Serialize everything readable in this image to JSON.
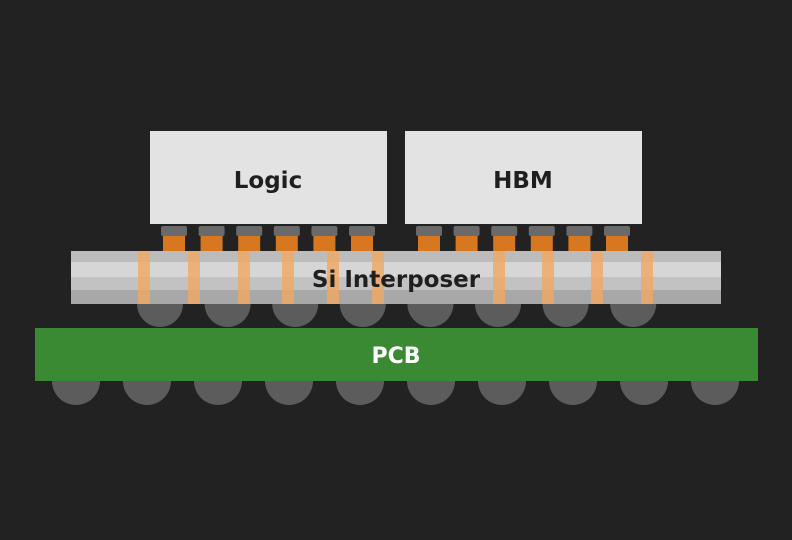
{
  "diagram": {
    "labels": {
      "logic": "Logic",
      "hbm": "HBM",
      "interposer": "Si Interposer",
      "pcb": "PCB"
    },
    "colors": {
      "background": "#222222",
      "die_fill": "#e3e3e3",
      "interposer_fill": "#d6d6d6",
      "interposer_band": "#c2c2c2",
      "interposer_edge": "#a8a8a8",
      "through_via": "#f0a860",
      "micro_bump_copper": "#d7771f",
      "micro_bump_cap": "#6a6a6a",
      "pcb_fill": "#3a8a34",
      "solder_ball": "#5c5c5c",
      "label_dark": "#1f1f1f",
      "label_light": "#ffffff"
    },
    "components": {
      "micro_bumps_under_logic": 6,
      "micro_bumps_under_hbm": 6,
      "through_silicon_vias": 11,
      "c4_bumps": 8,
      "bga_balls": 10
    }
  }
}
